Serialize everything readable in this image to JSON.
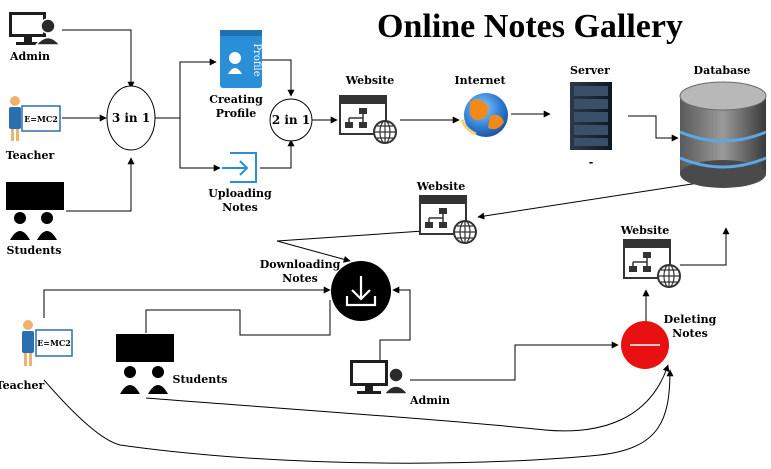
{
  "title": "Online Notes Gallery",
  "labels": {
    "admin_top": "Admin",
    "teacher_top": "Teacher",
    "students_top": "Students",
    "three_in_one": "3 in 1",
    "creating_profile_1": "Creating",
    "creating_profile_2": "Profile",
    "profile_icon_text": "Profile",
    "uploading_notes_1": "Uploading",
    "uploading_notes_2": "Notes",
    "two_in_one": "2 in 1",
    "website_top": "Website",
    "internet": "Internet",
    "server": "Server",
    "server_dash": "-",
    "database": "Database",
    "website_mid": "Website",
    "downloading_1": "Downloading",
    "downloading_2": "Notes",
    "website_right": "Website",
    "deleting_1": "Deleting",
    "deleting_2": "Notes",
    "teacher_bottom": "Teacher",
    "students_bottom": "Students",
    "admin_bottom": "Admin",
    "emc2_top": "E=MC2",
    "emc2_bottom": "E=MC2"
  },
  "colors": {
    "profile_blue": "#2b8fd8",
    "upload_blue": "#2b8fd8",
    "delete_red": "#e81010",
    "teacher_blue": "#2a6fb0",
    "teacher_skin": "#f0b070",
    "download_black": "#000000",
    "globe_orange": "#f28a1a",
    "globe_blue": "#3a8ae0"
  },
  "icons": [
    "admin-computer-icon",
    "teacher-board-icon",
    "students-icon",
    "profile-card-icon",
    "upload-icon",
    "website-network-icon",
    "internet-globe-icon",
    "server-rack-icon",
    "database-icon",
    "download-icon",
    "delete-icon"
  ]
}
